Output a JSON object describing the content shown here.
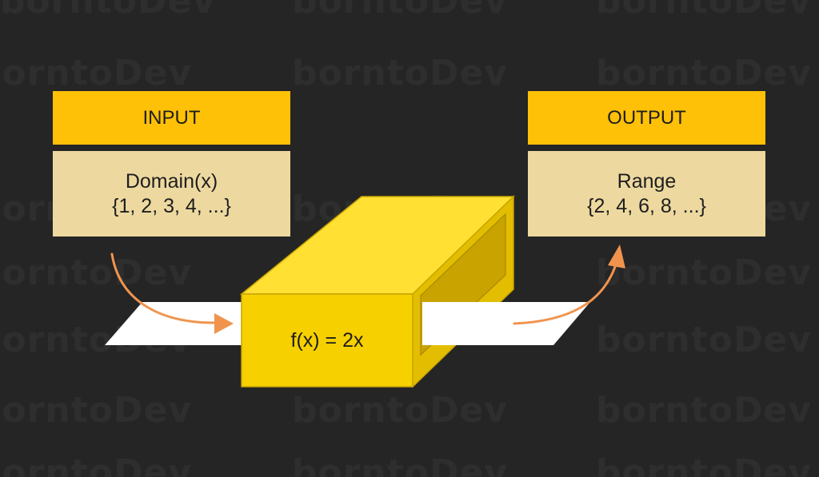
{
  "watermark": "borntoDev",
  "input": {
    "header": "INPUT",
    "title": "Domain(x)",
    "values": "{1, 2, 3, 4, ...}"
  },
  "output": {
    "header": "OUTPUT",
    "title": "Range",
    "values": "{2, 4, 6, 8, ...}"
  },
  "function": {
    "label": "f(x) = 2x"
  },
  "colors": {
    "background": "#252525",
    "header": "#FFC107",
    "body": "#EDD9A0",
    "machine_front": "#F7D000",
    "machine_top": "#FFE033",
    "machine_side": "#E3BE00",
    "arrow": "#F0944D",
    "paper": "#FFFFFF"
  }
}
